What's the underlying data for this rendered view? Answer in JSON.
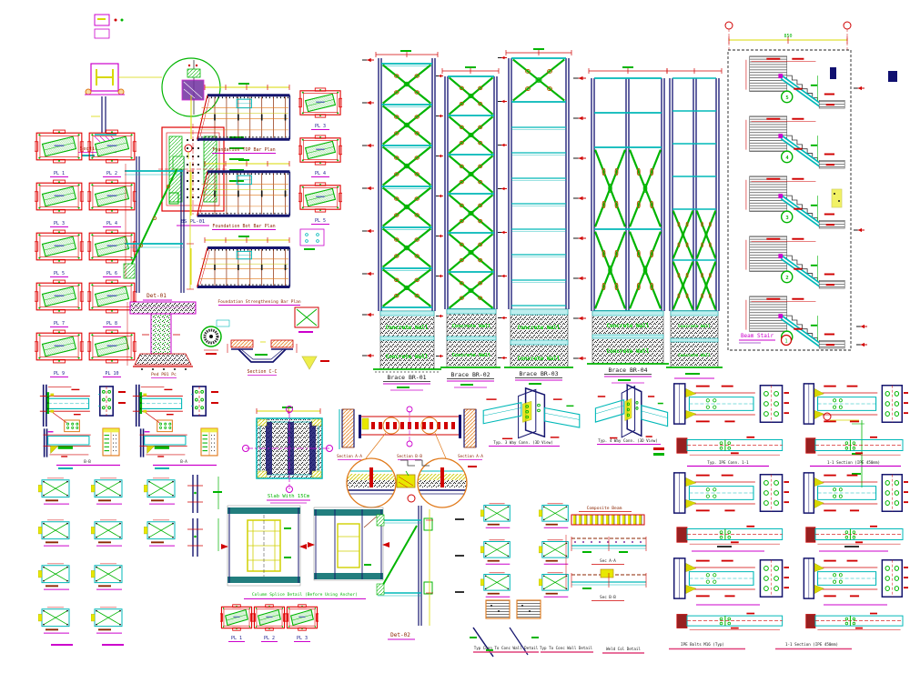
{
  "palette": {
    "red": "#d00000",
    "maroon": "#8b2500",
    "green": "#00b400",
    "bright_green": "#00d400",
    "cyan": "#00b8b8",
    "navy": "#15156e",
    "magenta": "#cc00cc",
    "yellow": "#d8d800",
    "orange": "#e07818",
    "black": "#151515",
    "background": "#ffffff"
  },
  "top_left": {
    "section_label": "Section A-A",
    "plate_label": "BS PL-01"
  },
  "plates": {
    "left": [
      "PL 1",
      "PL 2",
      "PL 3",
      "PL 4",
      "PL 5",
      "PL 6",
      "PL 7",
      "PL 8",
      "PL 9",
      "PL 10"
    ],
    "mid": [
      "PL 3",
      "PL 4",
      "PL 5"
    ],
    "bottom": [
      "PL 1",
      "PL 2",
      "PL 3"
    ]
  },
  "foundation": {
    "plan_titles": [
      "Foundation TOP Bar Plan",
      "Foundation Bot Bar Plan",
      "Foundation Strengthening Bar Plan"
    ],
    "pedestal_label": "Ped P01 Pc",
    "section_cc": "Section C-C"
  },
  "details": {
    "det01": "Det-01",
    "det02": "Det-02"
  },
  "braces": {
    "items": [
      {
        "name": "Brace BR-01"
      },
      {
        "name": "Brace BR-02"
      },
      {
        "name": "Brace BR-03"
      },
      {
        "name": "Brace BR-04"
      }
    ],
    "wall_text": "Concrete Wall"
  },
  "stair": {
    "title": "Beam Stair",
    "dim": "850",
    "circle": "1",
    "flights": [
      "5",
      "4",
      "3",
      "2",
      "1"
    ]
  },
  "slab": {
    "title": "Slab With 15Cm",
    "sections": [
      "Section A-A",
      "Section B-B",
      "Section A-A"
    ]
  },
  "iso_titles": [
    "Typ. 3 Way Conn. (3D View)",
    "Typ. 4 Way Conn. (3D View)"
  ],
  "conn_left_titles": [
    "B-B",
    "B-A"
  ],
  "right_titles": [
    "Typ. IPE Conn. 1-1",
    "1-1 Section (IPE 450mm)"
  ],
  "composite": {
    "beam_title": "Composite Beam",
    "sec_a": "Sec A-A",
    "sec_b": "Sec B-B"
  },
  "splice_title": "Column Splice Detail (Before Using Anchor)",
  "bottom_titles": [
    "Typ Conn To Conc Wall Detail",
    "Typ To Conc Wall Detail",
    "Weld Col Detail",
    "IPE Bolts M16 (Typ)",
    "1-1 Section (IPE 450mm)"
  ]
}
